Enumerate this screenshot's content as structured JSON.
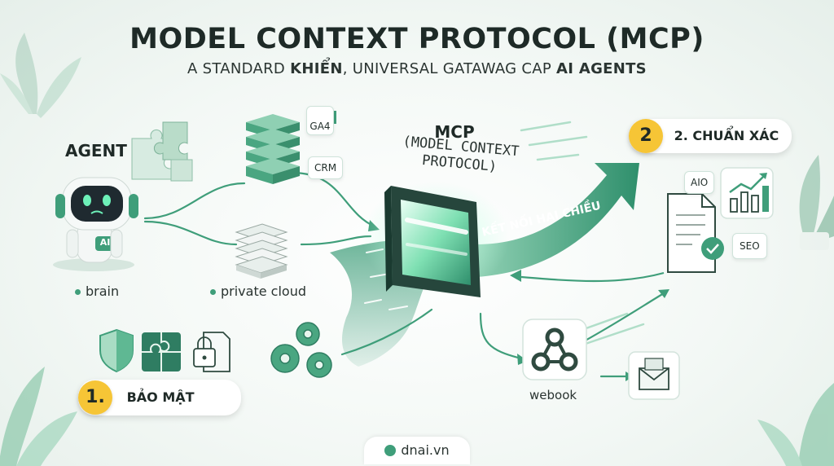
{
  "header": {
    "title": "MODEL CONTEXT PROTOCOL (MCP)",
    "subtitle_part1": "A STANDARD ",
    "subtitle_bold1": "KHIỂN",
    "subtitle_part2": ", UNIVERSAL GATAWAG CAP ",
    "subtitle_bold2": "AI AGENTS"
  },
  "agent": {
    "label": "AGENT",
    "chip_label": "AI",
    "brain_label": "brain"
  },
  "data_sources": {
    "private_cloud_label": "private cloud",
    "tag_ga4": "GA4",
    "tag_crm": "CRM"
  },
  "mcp": {
    "title": "MCP",
    "subtitle_line1": "(MODEL CONTEXT",
    "subtitle_line2": "PROTOCOL)"
  },
  "connection": {
    "arrow_text": "KẾT NỐI HAI CHIỀU"
  },
  "accuracy": {
    "badge_number": "2",
    "label": "2. CHUẨN XÁC",
    "tag_aio": "AIO",
    "tag_seo": "SEO"
  },
  "security": {
    "badge_number": "1.",
    "label": "BẢO MẬT"
  },
  "webhook": {
    "label": "webook"
  },
  "footer": {
    "site": "dnai.vn"
  },
  "colors": {
    "accent": "#3f9e7a",
    "accent_dark": "#2f7d62",
    "badge": "#f6c536"
  }
}
